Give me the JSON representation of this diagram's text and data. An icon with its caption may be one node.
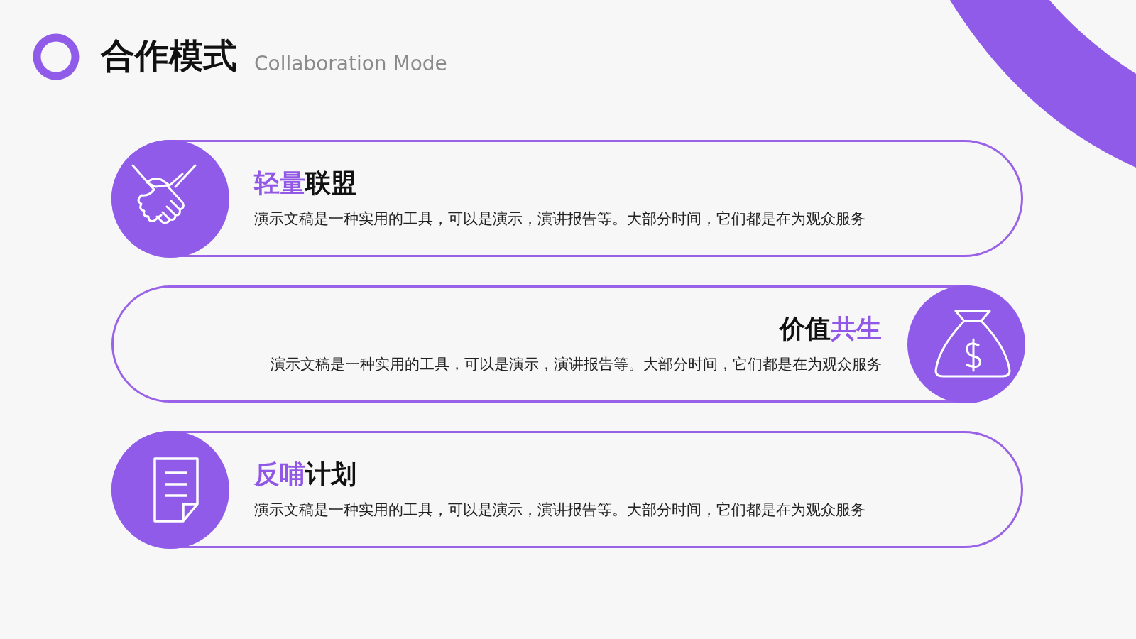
{
  "diagram": {
    "title": "合作模式",
    "nodes": [
      {
        "text": [
          "**轻量**联盟",
          "演示文稿是一种实用的工具，可以是演示，演讲报告等。大部分时间，它们都是在为观众服务"
        ]
      },
      {
        "text": [
          "价值**共生**",
          "演示文稿是一种实用的工具，可以是演示，演讲报告等。大部分时间，它们都是在为观众服务"
        ]
      },
      {
        "text": [
          "**反哺**计划",
          "演示文稿是一种实用的工具，可以是演示，演讲报告等。大部分时间，它们都是在为观众服务"
        ]
      }
    ],
    "labels": [
      "Collaboration Mode"
    ]
  }
}
